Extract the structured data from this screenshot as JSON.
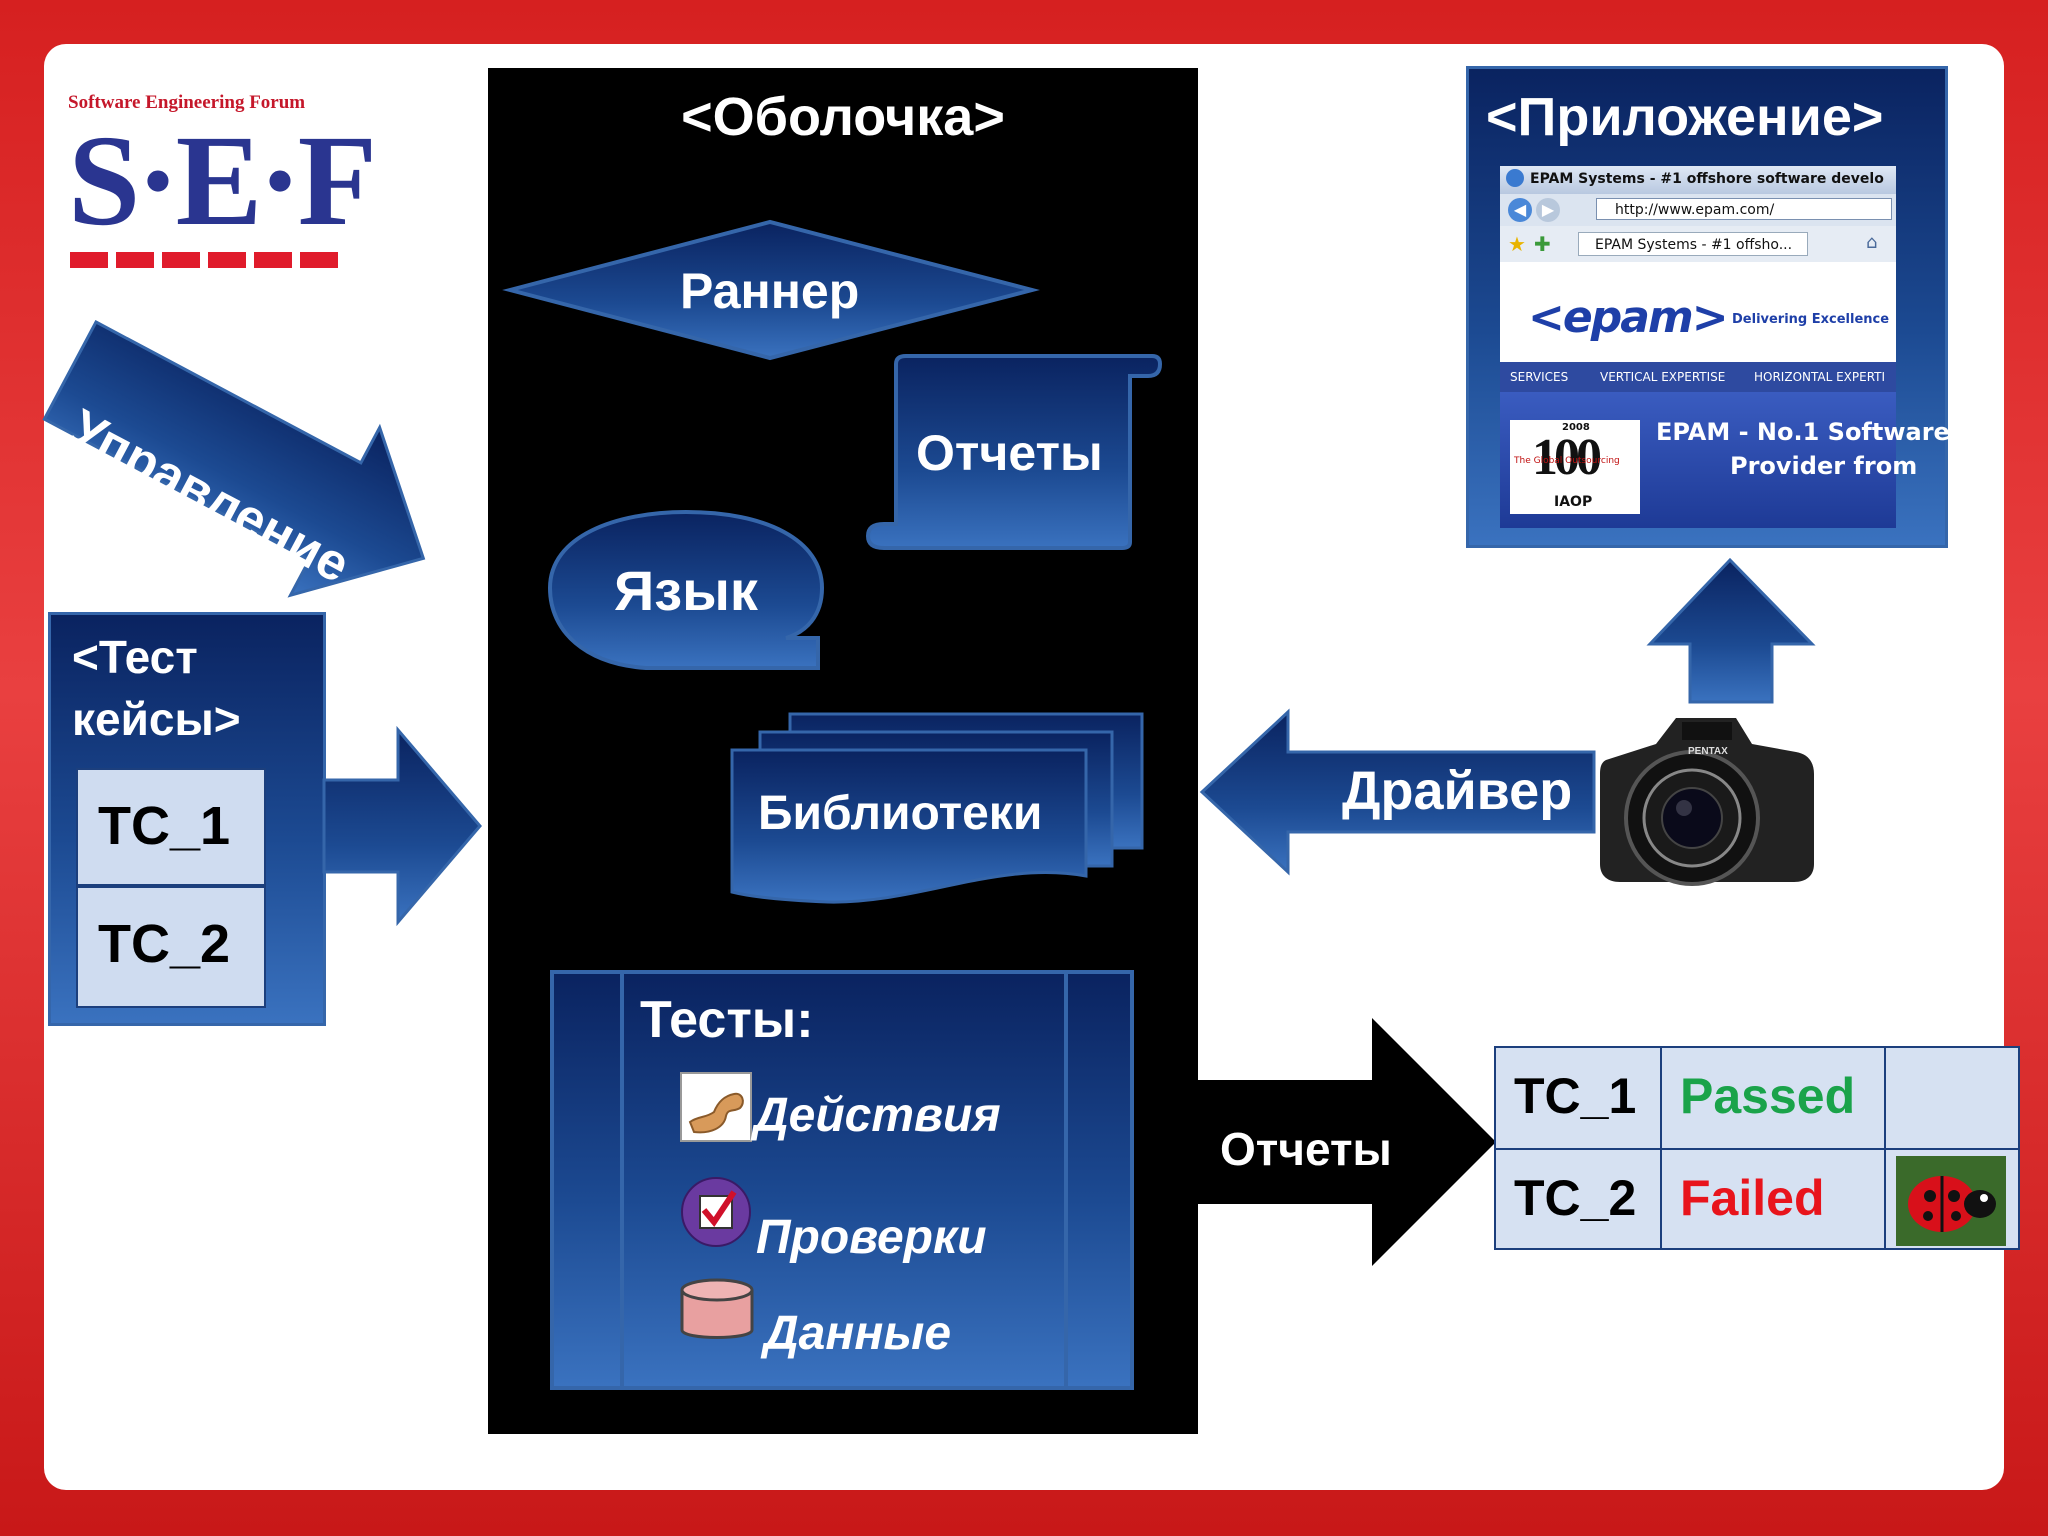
{
  "logo": {
    "forum_text": "Software Engineering Forum",
    "letters": "S·E·F"
  },
  "shell": {
    "title": "<Оболочка>"
  },
  "runner": {
    "label": "Раннер"
  },
  "reports_scroll": {
    "label": "Отчеты"
  },
  "language": {
    "label": "Язык"
  },
  "libraries": {
    "label": "Библиотеки"
  },
  "control_arrow": {
    "label": "Управление"
  },
  "tests": {
    "title": "Тесты:",
    "items": [
      {
        "label": "Действия",
        "icon": "muscle-arm-icon"
      },
      {
        "label": "Проверки",
        "icon": "checkbox-icon"
      },
      {
        "label": "Данные",
        "icon": "database-icon"
      }
    ]
  },
  "test_cases": {
    "title_line1": "<Тест",
    "title_line2": "кейсы>",
    "items": [
      "TC_1",
      "TC_2"
    ]
  },
  "application": {
    "title": "<Приложение>",
    "browser": {
      "window_title": "EPAM Systems - #1 offshore software develo",
      "address": "http://www.epam.com/",
      "tab": "EPAM Systems - #1 offsho...",
      "logo": "<epam>",
      "tagline": "Delivering Excellence",
      "nav": [
        "SERVICES",
        "VERTICAL EXPERTISE",
        "HORIZONTAL EXPERTI"
      ],
      "badge_year": "2008",
      "badge_number": "100",
      "badge_text": "The Global Outsourcing",
      "badge_org": "IAOP",
      "banner_line1": "EPAM - No.1 Software",
      "banner_line2": "Provider from"
    }
  },
  "driver": {
    "label": "Драйвер",
    "camera_brand": "PENTAX"
  },
  "reports_arrow": {
    "label": "Отчеты"
  },
  "results": [
    {
      "tc": "TC_1",
      "status": "Passed",
      "color": "#1aa34a"
    },
    {
      "tc": "TC_2",
      "status": "Failed",
      "color": "#e8141c",
      "icon": "ladybug-icon"
    }
  ],
  "colors": {
    "frame_red": "#d62020",
    "shape_blue": "#1c4a92",
    "passed": "#1aa34a",
    "failed": "#e8141c"
  }
}
